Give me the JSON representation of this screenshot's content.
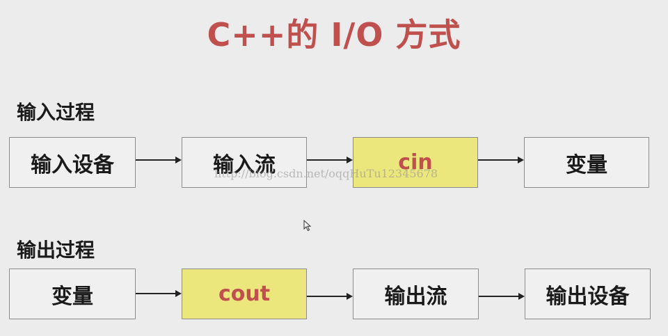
{
  "title": "C++的 I/O 方式",
  "input_process": {
    "label": "输入过程",
    "steps": [
      "输入设备",
      "输入流",
      "cin",
      "变量"
    ]
  },
  "output_process": {
    "label": "输出过程",
    "steps": [
      "变量",
      "cout",
      "输出流",
      "输出设备"
    ]
  },
  "watermark": "http://blog.csdn.net/oqqHuTu12345678",
  "colors": {
    "title": "#c0504d",
    "highlight_fill": "#ebe77d",
    "highlight_text": "#c0504d",
    "background": "#ececec"
  }
}
